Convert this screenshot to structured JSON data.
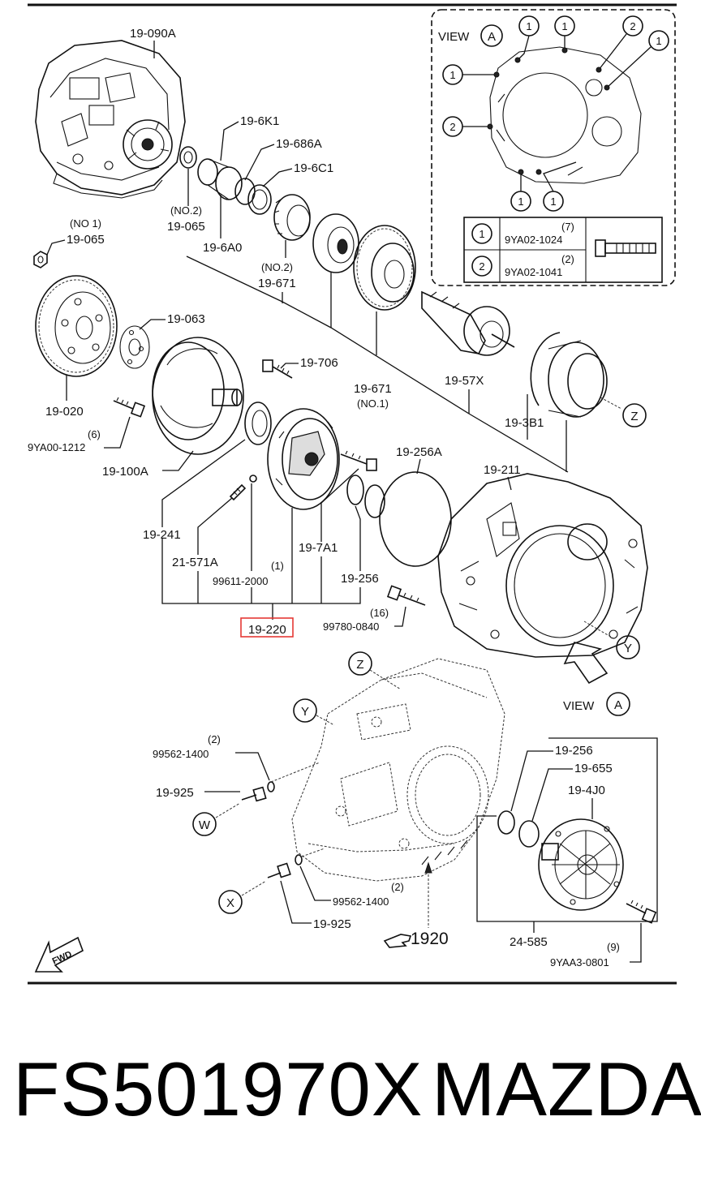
{
  "labels": {
    "p_19_090A": "19-090A",
    "p_19_6K1": "19-6K1",
    "p_19_686A": "19-686A",
    "p_19_6C1": "19-6C1",
    "p_no2_a": "(NO.2)",
    "p_19_065a": "19-065",
    "p_19_6A0": "19-6A0",
    "p_no2_b": "(NO.2)",
    "p_19_671a": "19-671",
    "p_no1_a": "(NO 1)",
    "p_19_065b": "19-065",
    "p_19_063": "19-063",
    "p_19_020": "19-020",
    "p_qty6": "(6)",
    "p_9YA00_1212": "9YA00-1212",
    "p_19_100A": "19-100A",
    "p_19_706": "19-706",
    "p_19_671b": "19-671",
    "p_no1_b": "(NO.1)",
    "p_19_57X": "19-57X",
    "p_19_3B1": "19-3B1",
    "p_19_256A": "19-256A",
    "p_19_211": "19-211",
    "p_19_241": "19-241",
    "p_21_571A": "21-571A",
    "p_qty1": "(1)",
    "p_99611_2000": "99611-2000",
    "p_19_7A1": "19-7A1",
    "p_19_256a": "19-256",
    "p_19_220": "19-220",
    "p_qty16": "(16)",
    "p_99780_0840": "99780-0840",
    "p_qty2a": "(2)",
    "p_99562_1400a": "99562-1400",
    "p_19_925a": "19-925",
    "p_qty2b": "(2)",
    "p_99562_1400b": "99562-1400",
    "p_19_925b": "19-925",
    "p_1920": "1920",
    "p_19_256b": "19-256",
    "p_19_655": "19-655",
    "p_19_4J0": "19-4J0",
    "p_24_585": "24-585",
    "p_qty9": "(9)",
    "p_9YAA3_0801": "9YAA3-0801",
    "fwd": "FWD"
  },
  "callouts": {
    "z": "Z",
    "y": "Y",
    "w": "W",
    "x": "X",
    "one": "1",
    "two": "2",
    "a": "A"
  },
  "view_word": "VIEW",
  "bolt_table": {
    "rows": [
      {
        "ref": "1",
        "qty": "(7)",
        "part": "9YA02-1024"
      },
      {
        "ref": "2",
        "qty": "(2)",
        "part": "9YA02-1041"
      }
    ]
  },
  "caption": {
    "part_number": "FS501970X",
    "brand": "MAZDA"
  },
  "colors": {
    "line": "#111111",
    "highlight_box": "#e53935"
  }
}
